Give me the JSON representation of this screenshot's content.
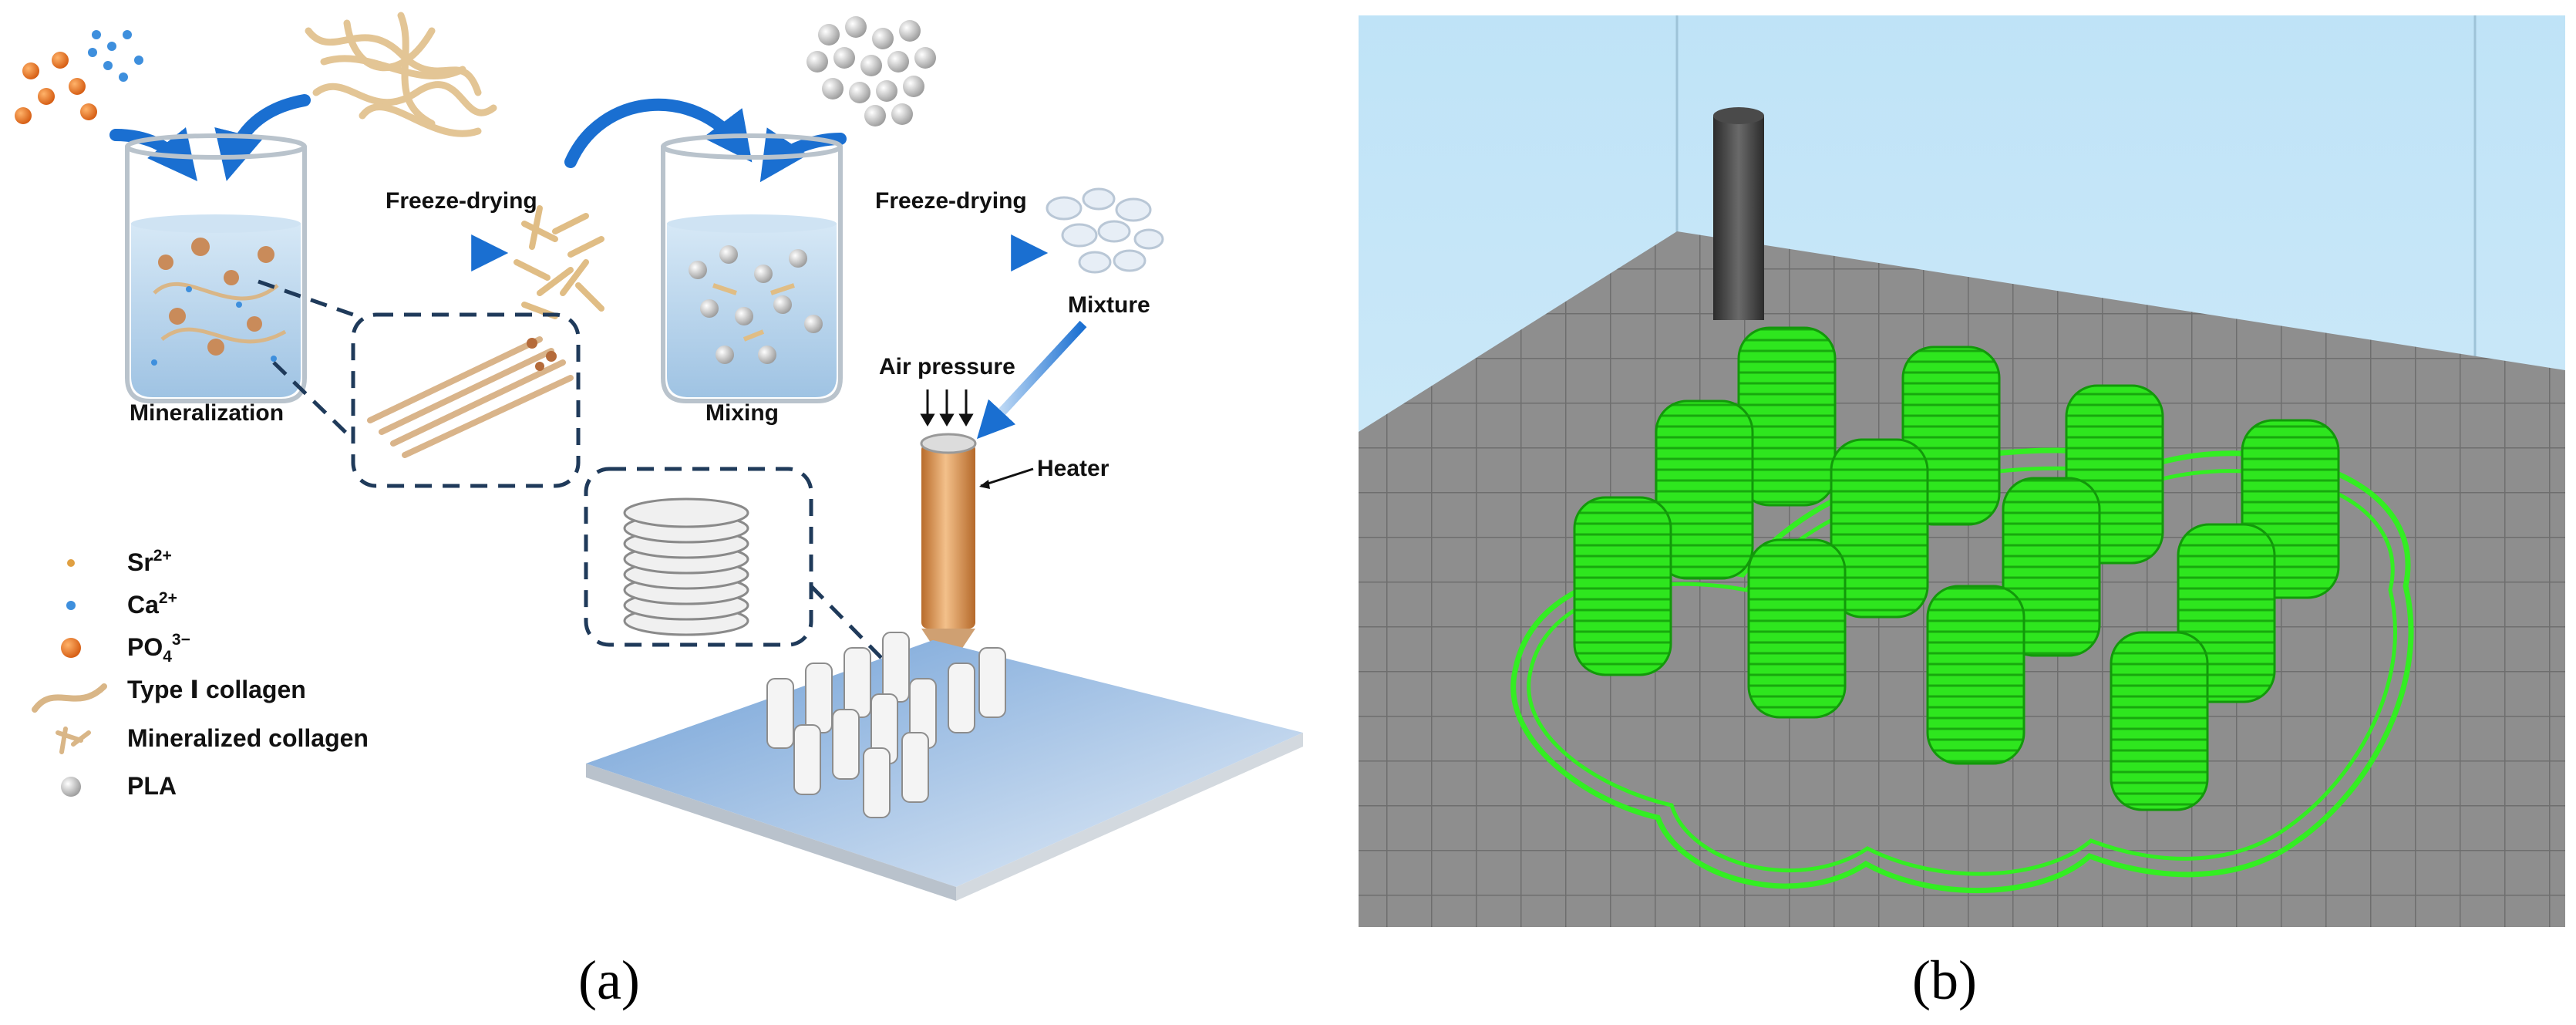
{
  "panel_a": {
    "labels": {
      "freeze_drying_1": "Freeze-drying",
      "freeze_drying_2": "Freeze-drying",
      "mineralization": "Mineralization",
      "mixing": "Mixing",
      "mixture": "Mixture",
      "air_pressure": "Air pressure",
      "heater": "Heater"
    },
    "legend": {
      "sr_base": "Sr",
      "sr_sup": "2+",
      "ca_base": "Ca",
      "ca_sup": "2+",
      "po_base": "PO",
      "po_sub": "4",
      "po_sup": "3−",
      "collagen": "Type Ⅰ collagen",
      "mineralized": "Mineralized collagen",
      "pla": "PLA"
    },
    "caption": "(a)"
  },
  "panel_b": {
    "caption": "(b)"
  },
  "colors": {
    "beaker_liquid": "#bcd8ee",
    "arrow_blue": "#1a6fd1",
    "collagen": "#e7c99a",
    "print_green": "#33ee22",
    "grid_floor": "#8c8c8c",
    "sky": "#bfe3f7",
    "nozzle": "#e0a062"
  }
}
